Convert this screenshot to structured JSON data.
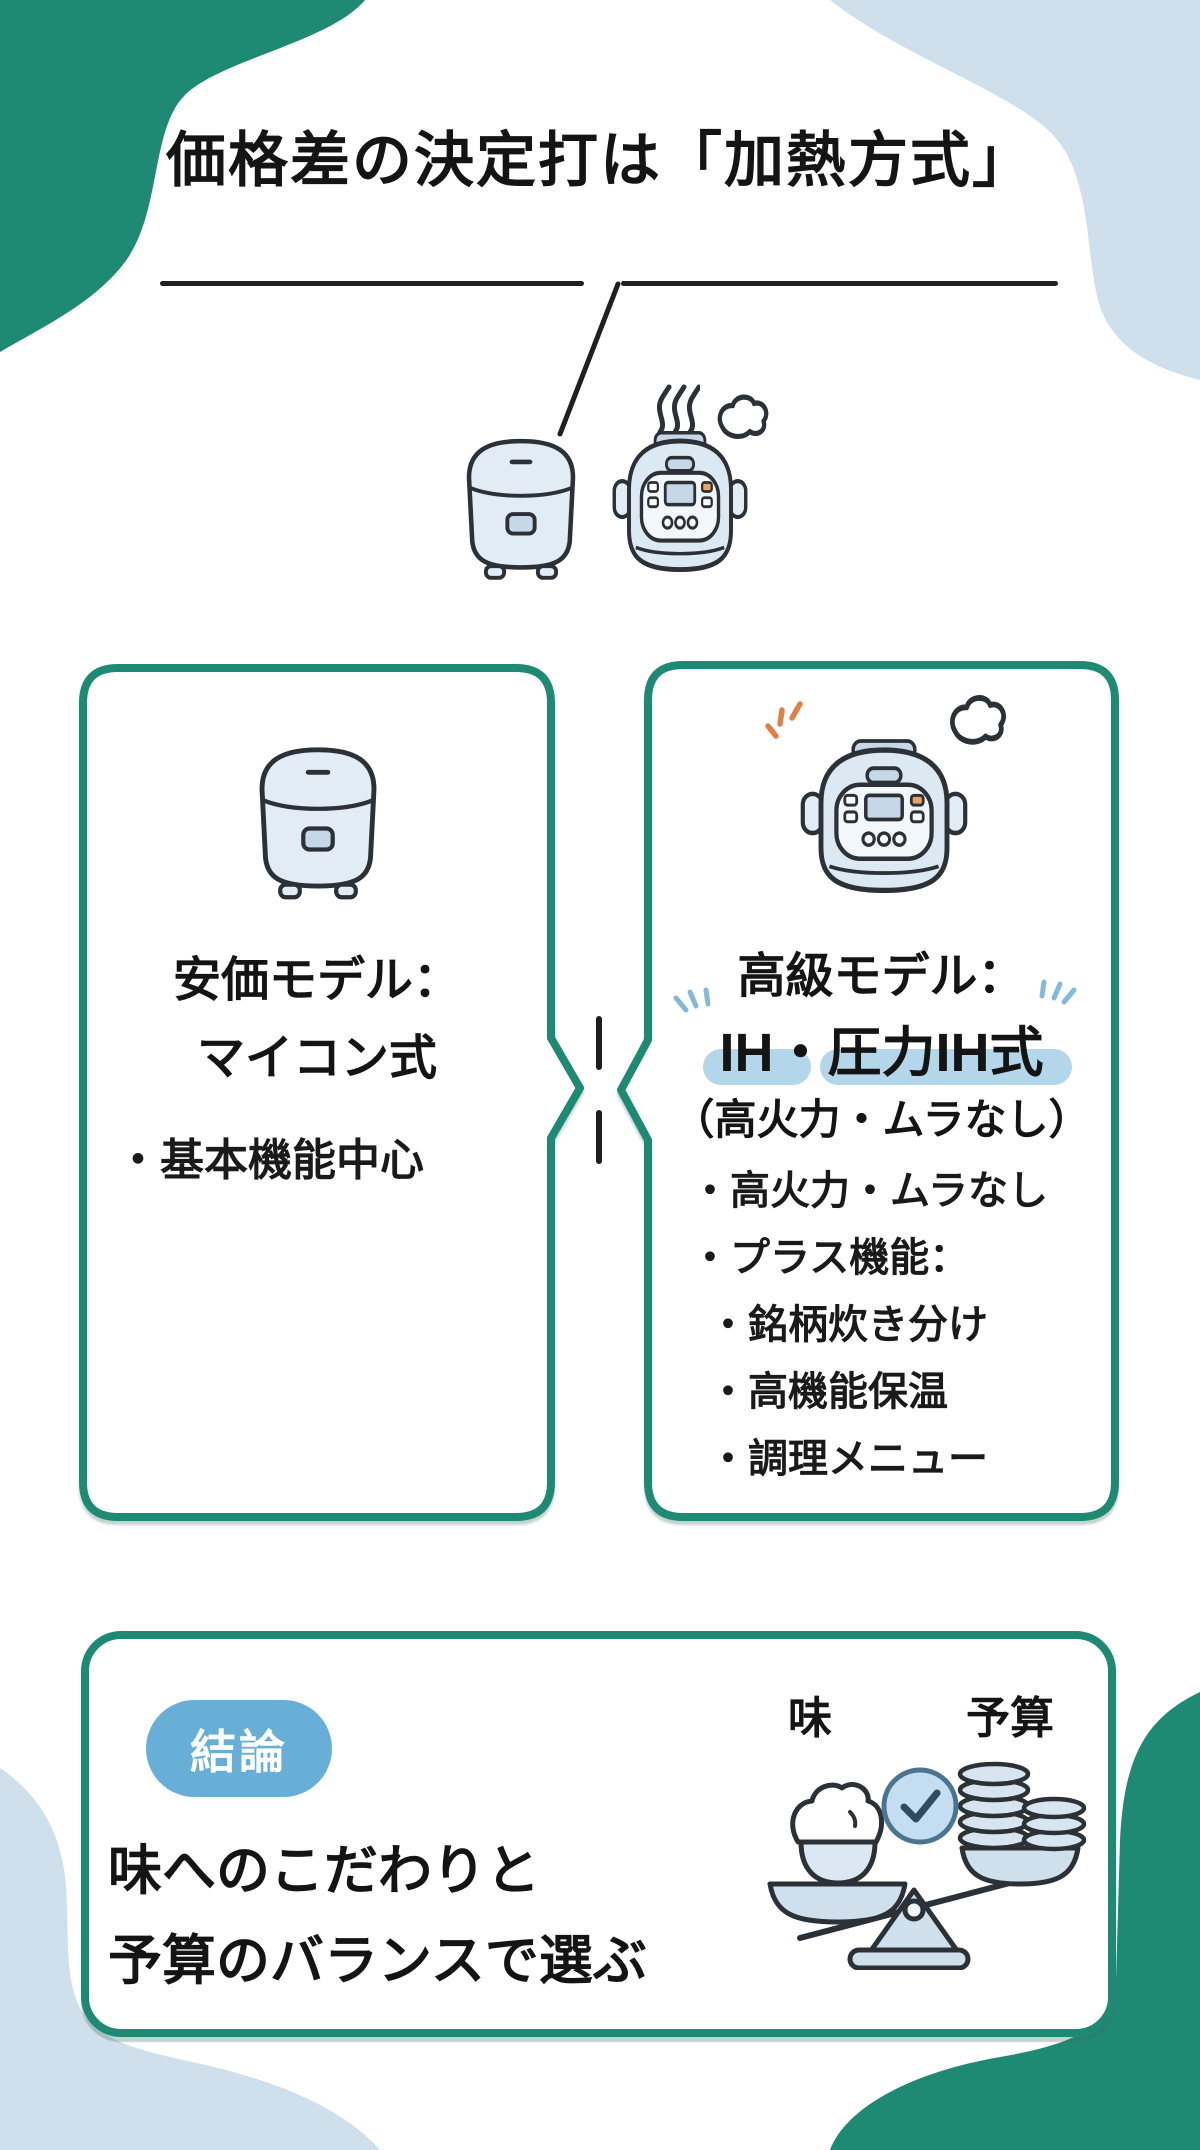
{
  "page": {
    "title": "価格差の決定打は「加熱方式」"
  },
  "comparison": {
    "left": {
      "title_line1": "安価モデル：",
      "title_line2": "マイコン式",
      "bullet": "・基本機能中心"
    },
    "right": {
      "title_line1": "高級モデル：",
      "title_line2": "IH・圧力IH式",
      "subtitle": "（高火力・ムラなし）",
      "bullets": [
        "・高火力・ムラなし",
        "・プラス機能：",
        "・銘柄炊き分け",
        "・高機能保温",
        "・調理メニュー"
      ]
    }
  },
  "conclusion": {
    "badge_label": "結論",
    "line1": "味へのこだわりと",
    "line2": "予算のバランスで選ぶ",
    "scale": {
      "left_label": "味",
      "right_label": "予算"
    }
  },
  "icons": {
    "basic_cooker": "rice-cooker-basic-icon",
    "premium_cooker": "rice-cooker-premium-icon",
    "steam": "steam-icon",
    "steam_puff": "steam-puff-icon",
    "balance": "balance-scale-icon",
    "check": "check-icon"
  },
  "colors": {
    "teal": "#1F8A74",
    "blob_blue": "#CFE0EC",
    "badge_blue": "#68AFD7",
    "highlight_blue": "#B4D6EA",
    "outline_dark": "#2C3137",
    "cooker_fill": "#E1ECF5",
    "cooker_panel": "#C6D8E7",
    "accent_orange": "#E0824D",
    "sparkle_blue": "#85B9DC",
    "text_black": "#1A1A1A"
  }
}
